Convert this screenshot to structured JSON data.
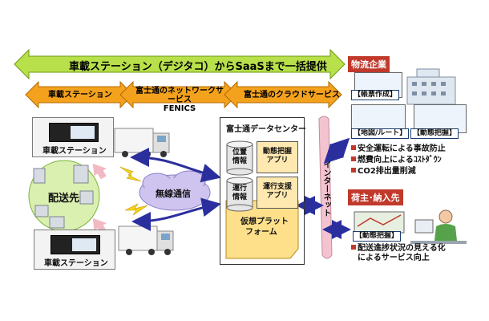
{
  "banner": {
    "label": "車載ステーション（デジタコ）からSaaSまで一括提供"
  },
  "segments": [
    {
      "label": "車載ステーション"
    },
    {
      "label_line1": "富士通のネットワークサービス",
      "label_line2": "FENICS"
    },
    {
      "label": "富士通のクラウドサービス"
    }
  ],
  "stations": {
    "top_label": "車載ステーション",
    "bottom_label": "車載ステーション"
  },
  "delivery": {
    "label": "配送先"
  },
  "wireless": {
    "label": "無線通信"
  },
  "datacenter": {
    "title": "富士通データセンター",
    "db1": {
      "line1": "位置",
      "line2": "情報"
    },
    "db2": {
      "line1": "運行",
      "line2": "情報"
    },
    "app1": {
      "line1": "動態把握",
      "line2": "アプリ"
    },
    "app2": {
      "line1": "運行支援",
      "line2": "アプリ"
    },
    "platform": {
      "line1": "仮想プラット",
      "line2": "フォーム"
    }
  },
  "internet": {
    "label": "インターネット"
  },
  "logistics": {
    "label": "物流企業",
    "screens": [
      {
        "tag": "【帳票作成】"
      },
      {
        "tag": "【地図/ルート】"
      },
      {
        "tag": "【動態把握】"
      }
    ],
    "bullets": [
      "安全運転による事故防止",
      "燃費向上によるｺｽﾄﾀﾞｳﾝ",
      "CO2排出量削減"
    ]
  },
  "shipper": {
    "label": "荷主･納入先",
    "screen_tag": "【動態把握】",
    "bullet_line1": "配送進捗状況の見える化",
    "bullet_line2": "によるサービス向上"
  },
  "colors": {
    "banner_green": "#b8e04a",
    "segment_orange": "#f4a21e",
    "accent_red": "#c0392b",
    "arrow_blue": "#2b2f9e",
    "cloud_lavender": "#cfc4ef",
    "platform_yellow": "#ffe08a"
  }
}
